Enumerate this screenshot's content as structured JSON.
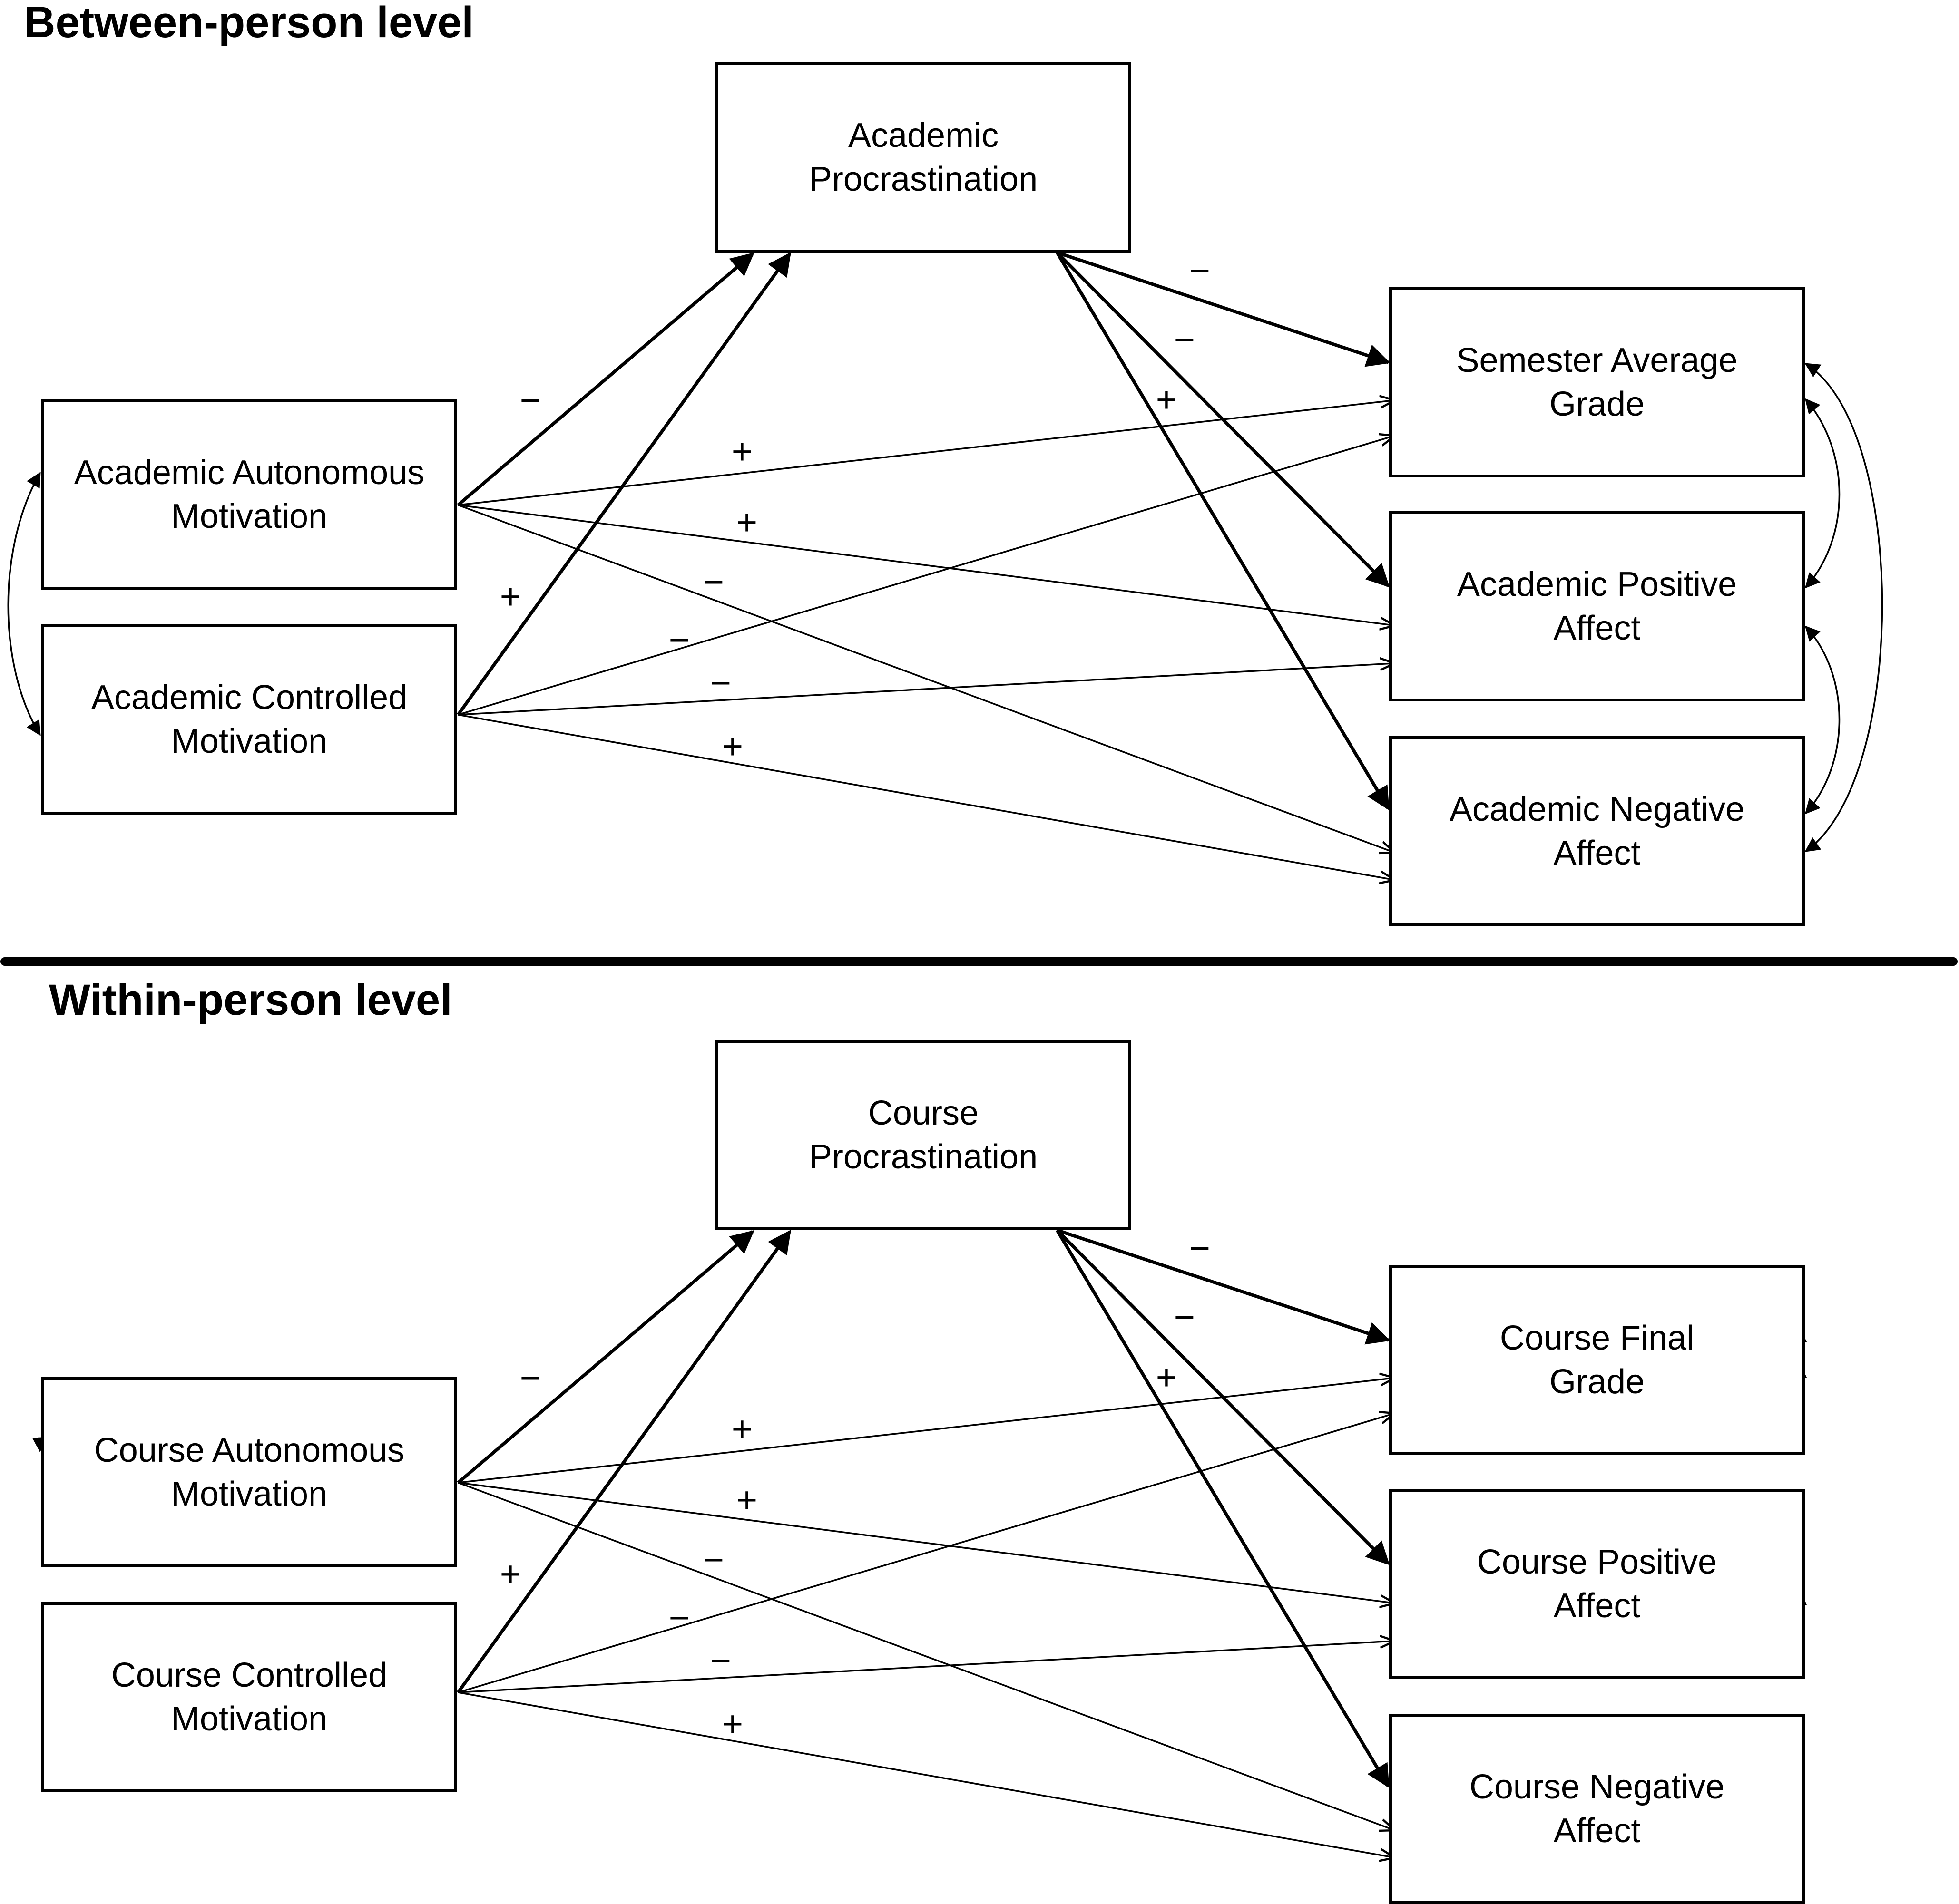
{
  "panels": [
    {
      "title": "Between-person level",
      "nodes": {
        "procrastination": [
          "Academic",
          "Procrastination"
        ],
        "autonomous": [
          "Academic Autonomous",
          "Motivation"
        ],
        "controlled": [
          "Academic Controlled",
          "Motivation"
        ],
        "grade": [
          "Semester Average",
          "Grade"
        ],
        "positive": [
          "Academic Positive",
          "Affect"
        ],
        "negative": [
          "Academic Negative",
          "Affect"
        ]
      }
    },
    {
      "title": "Within-person level",
      "nodes": {
        "procrastination": [
          "Course",
          "Procrastination"
        ],
        "autonomous": [
          "Course Autonomous",
          "Motivation"
        ],
        "controlled": [
          "Course Controlled",
          "Motivation"
        ],
        "grade": [
          "Course Final",
          "Grade"
        ],
        "positive": [
          "Course Positive",
          "Affect"
        ],
        "negative": [
          "Course Negative",
          "Affect"
        ]
      }
    }
  ],
  "paths": [
    {
      "id": "aut-proc",
      "from": "autonomous",
      "to": "procrastination",
      "sign": "−",
      "weight": "thick"
    },
    {
      "id": "con-proc",
      "from": "controlled",
      "to": "procrastination",
      "sign": "+",
      "weight": "thick"
    },
    {
      "id": "proc-grade",
      "from": "procrastination",
      "to": "grade",
      "sign": "−",
      "weight": "thick"
    },
    {
      "id": "proc-pos",
      "from": "procrastination",
      "to": "positive",
      "sign": "−",
      "weight": "thick"
    },
    {
      "id": "proc-neg",
      "from": "procrastination",
      "to": "negative",
      "sign": "+",
      "weight": "thick"
    },
    {
      "id": "aut-grade",
      "from": "autonomous",
      "to": "grade",
      "sign": "+",
      "weight": "thin"
    },
    {
      "id": "aut-pos",
      "from": "autonomous",
      "to": "positive",
      "sign": "+",
      "weight": "thin"
    },
    {
      "id": "aut-neg",
      "from": "autonomous",
      "to": "negative",
      "sign": "−",
      "weight": "thin"
    },
    {
      "id": "con-grade",
      "from": "controlled",
      "to": "grade",
      "sign": "−",
      "weight": "thin"
    },
    {
      "id": "con-pos",
      "from": "controlled",
      "to": "positive",
      "sign": "−",
      "weight": "thin"
    },
    {
      "id": "con-neg",
      "from": "controlled",
      "to": "negative",
      "sign": "+",
      "weight": "thin"
    }
  ],
  "correlations": [
    {
      "a": "autonomous",
      "b": "controlled"
    },
    {
      "a": "grade",
      "b": "positive"
    },
    {
      "a": "positive",
      "b": "negative"
    },
    {
      "a": "grade",
      "b": "negative"
    }
  ]
}
